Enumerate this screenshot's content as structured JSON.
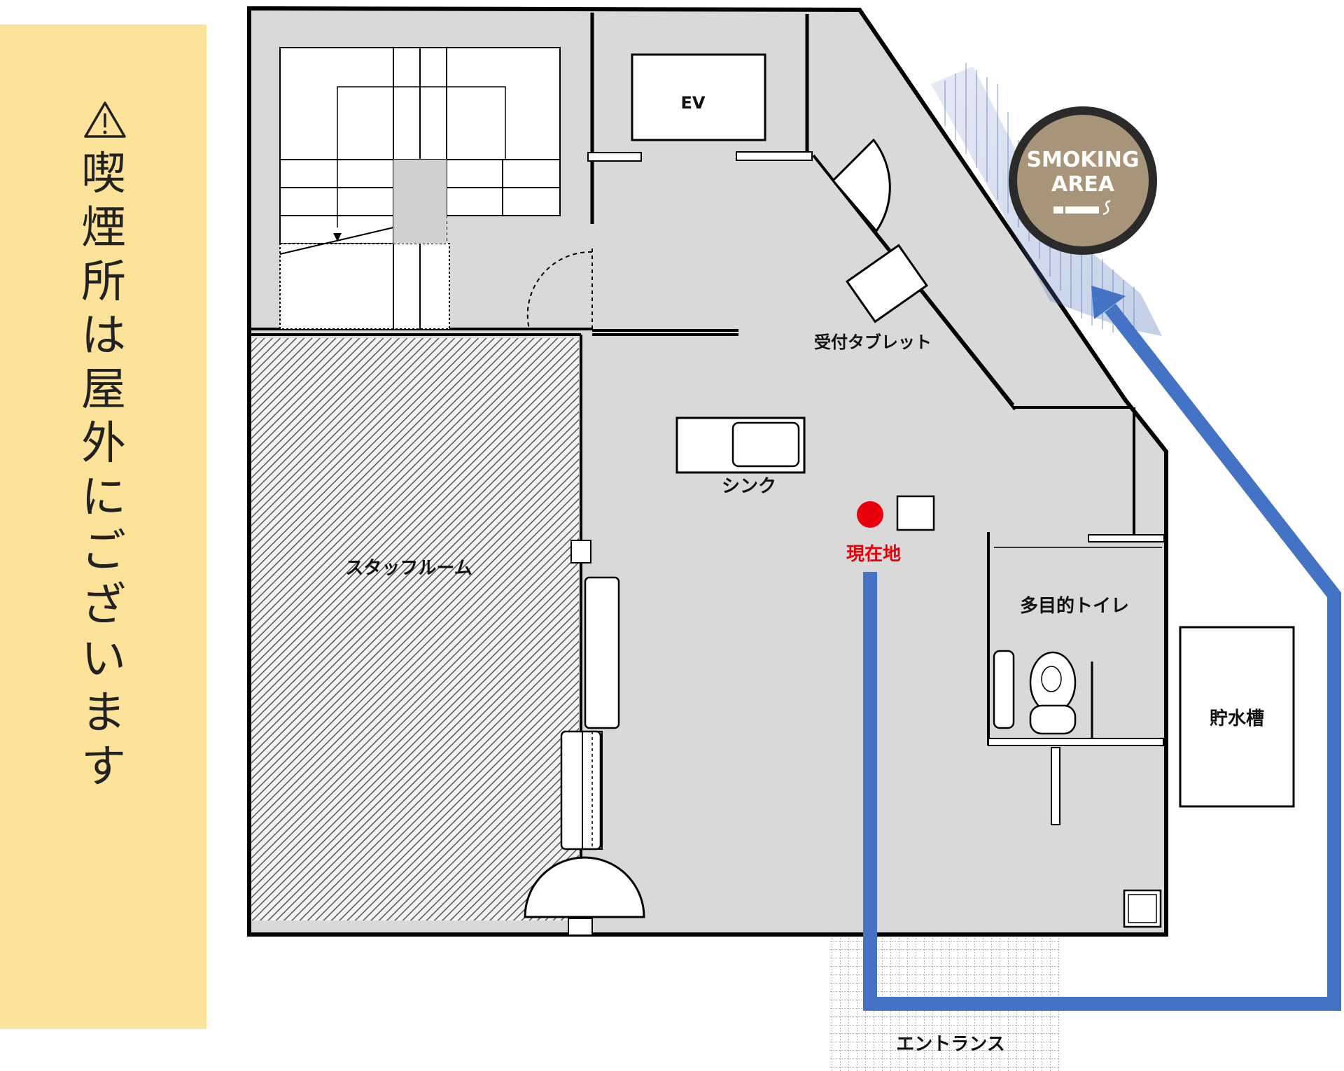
{
  "notice": {
    "warning_icon": "warning-triangle-icon",
    "text": "喫煙所は屋外にございます",
    "background_color": "#FDE39A"
  },
  "labels": {
    "elevator": "EV",
    "reception_tablet": "受付タブレット",
    "sink": "シンク",
    "staff_room": "スタッフルーム",
    "current_location": "現在地",
    "multipurpose_toilet": "多目的トイレ",
    "water_tank": "貯水槽",
    "entrance": "エントランス"
  },
  "smoking_sign": {
    "line1": "SMOKING",
    "line2": "AREA",
    "icon": "cigarette-icon",
    "color": "#A89579"
  },
  "colors": {
    "route": "#4472C4",
    "current_location": "#E8000B",
    "floor": "#D9D9D9",
    "walls": "#000000"
  }
}
